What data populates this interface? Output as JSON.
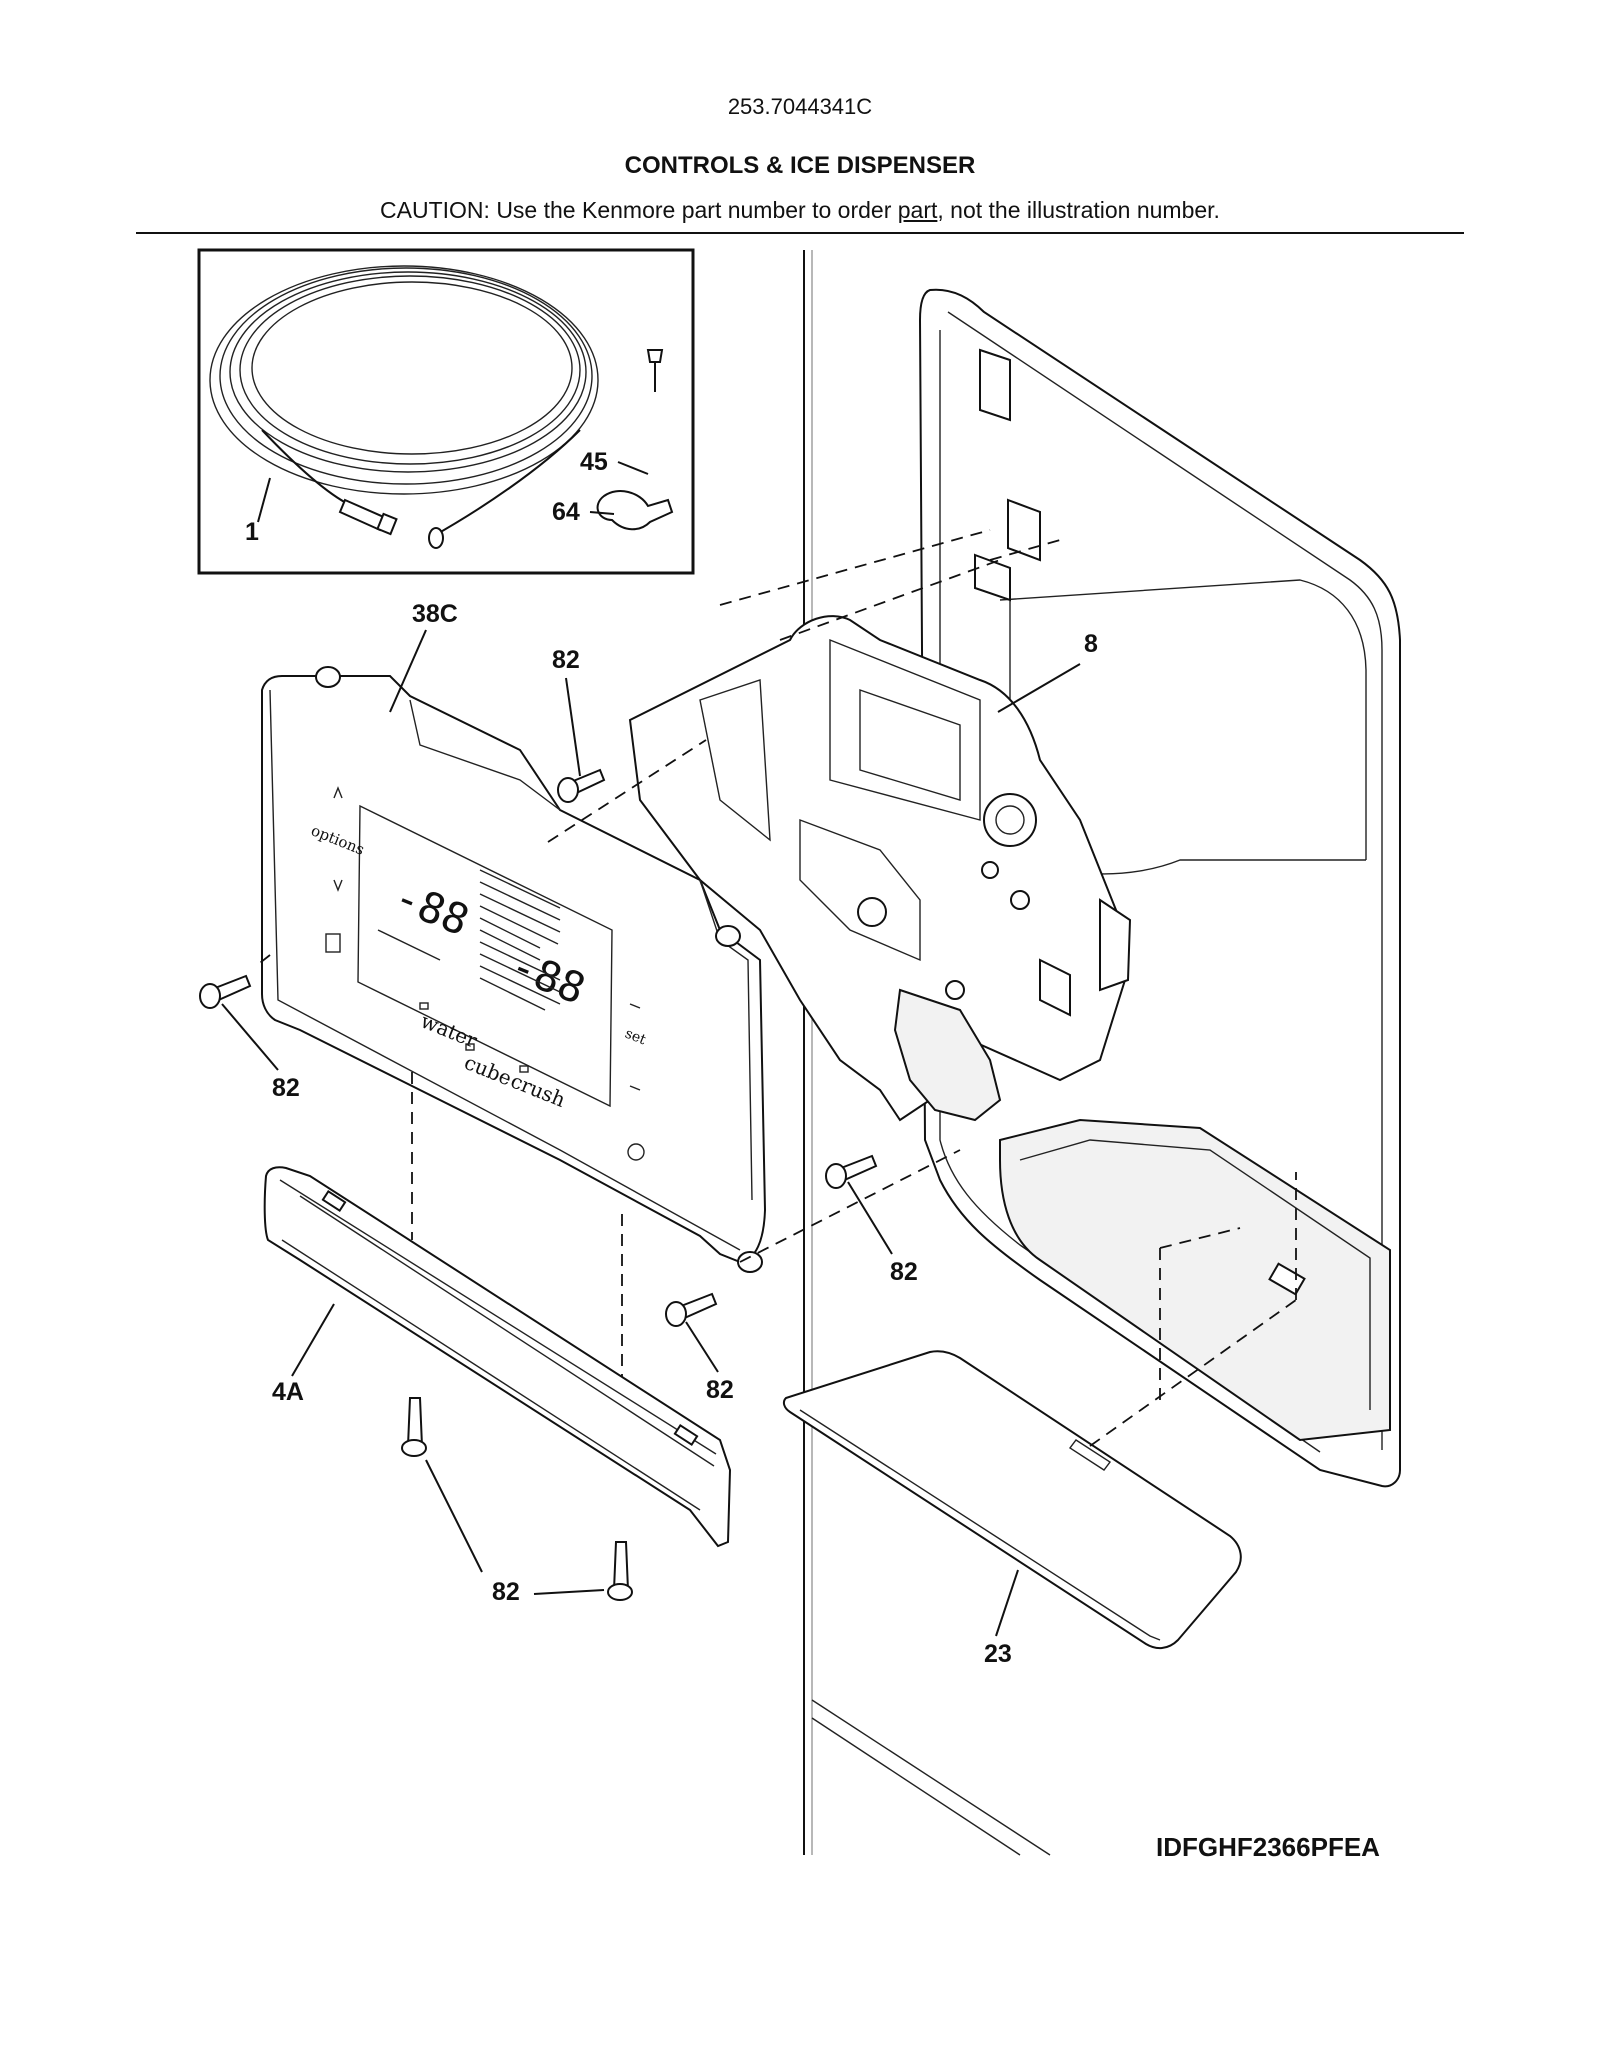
{
  "header": {
    "model_number": "253.7044341C",
    "title": "CONTROLS & ICE DISPENSER",
    "caution_prefix": "CAUTION: Use the Kenmore part number to order ",
    "caution_link": "part",
    "caution_suffix": ", not the illustration number."
  },
  "callouts": {
    "tube": "1",
    "screw_inset": "45",
    "clamp": "64",
    "control_panel": "38C",
    "screw_top": "82",
    "dispenser_housing": "8",
    "screw_left": "82",
    "screw_right": "82",
    "screw_center": "82",
    "trim": "4A",
    "screw_bottom": "82",
    "drip_tray": "23"
  },
  "panel_labels": {
    "options": "options",
    "water": "water",
    "cube": "cube",
    "crush": "crush",
    "set": "set",
    "lcd_left": "-88",
    "lcd_right": "-88"
  },
  "footer": {
    "diagram_id": "IDFGHF2366PFEA"
  }
}
